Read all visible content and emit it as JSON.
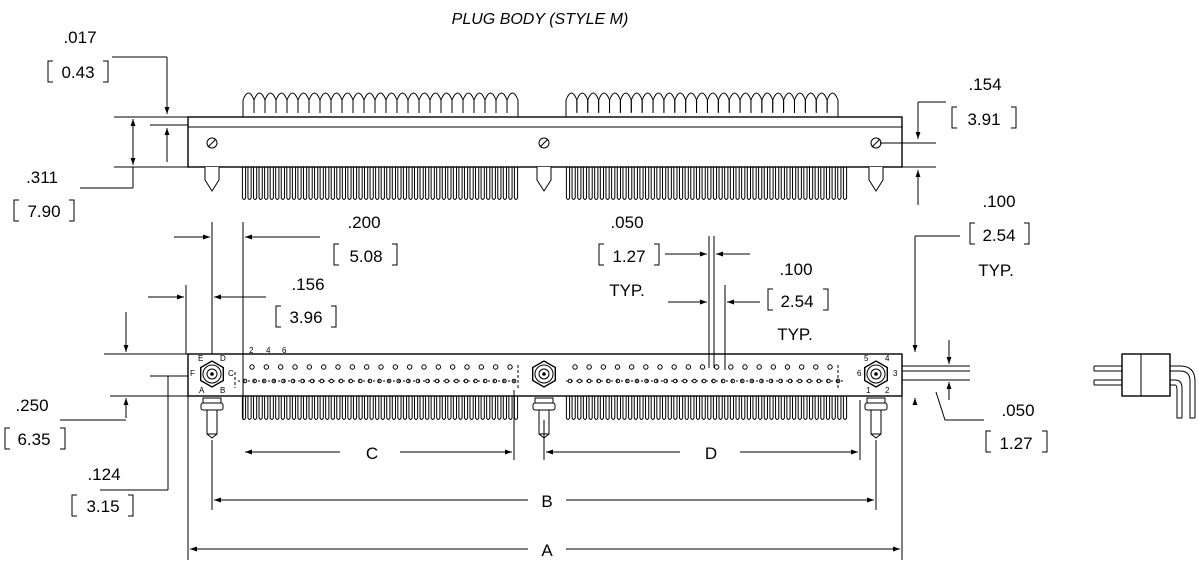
{
  "title": "PLUG BODY (STYLE M)",
  "dims": {
    "d017": {
      "in": ".017",
      "mm": "0.43"
    },
    "d154": {
      "in": ".154",
      "mm": "3.91"
    },
    "d311": {
      "in": ".311",
      "mm": "7.90"
    },
    "d200": {
      "in": ".200",
      "mm": "5.08"
    },
    "d050a": {
      "in": ".050",
      "mm": "1.27",
      "note": "TYP."
    },
    "d100a": {
      "in": ".100",
      "mm": "2.54",
      "note": "TYP."
    },
    "d100b": {
      "in": ".100",
      "mm": "2.54",
      "note": "TYP."
    },
    "d156": {
      "in": ".156",
      "mm": "3.96"
    },
    "d250": {
      "in": ".250",
      "mm": "6.35"
    },
    "d124": {
      "in": ".124",
      "mm": "3.15"
    },
    "d050b": {
      "in": ".050",
      "mm": "1.27"
    }
  },
  "letters": {
    "a": "A",
    "b": "B",
    "c": "C",
    "d": "D"
  },
  "pin_labels": {
    "left_top": "E",
    "left_top2": "D",
    "left_mid": "F",
    "left_mid2": "C",
    "left_bot": "A",
    "left_bot2": "B",
    "num2": "2",
    "num4": "4",
    "num6": "6",
    "right_top": "5",
    "right_top2": "4",
    "right_mid": "6",
    "right_mid2": "3",
    "right_bot": "1",
    "right_bot2": "2"
  }
}
